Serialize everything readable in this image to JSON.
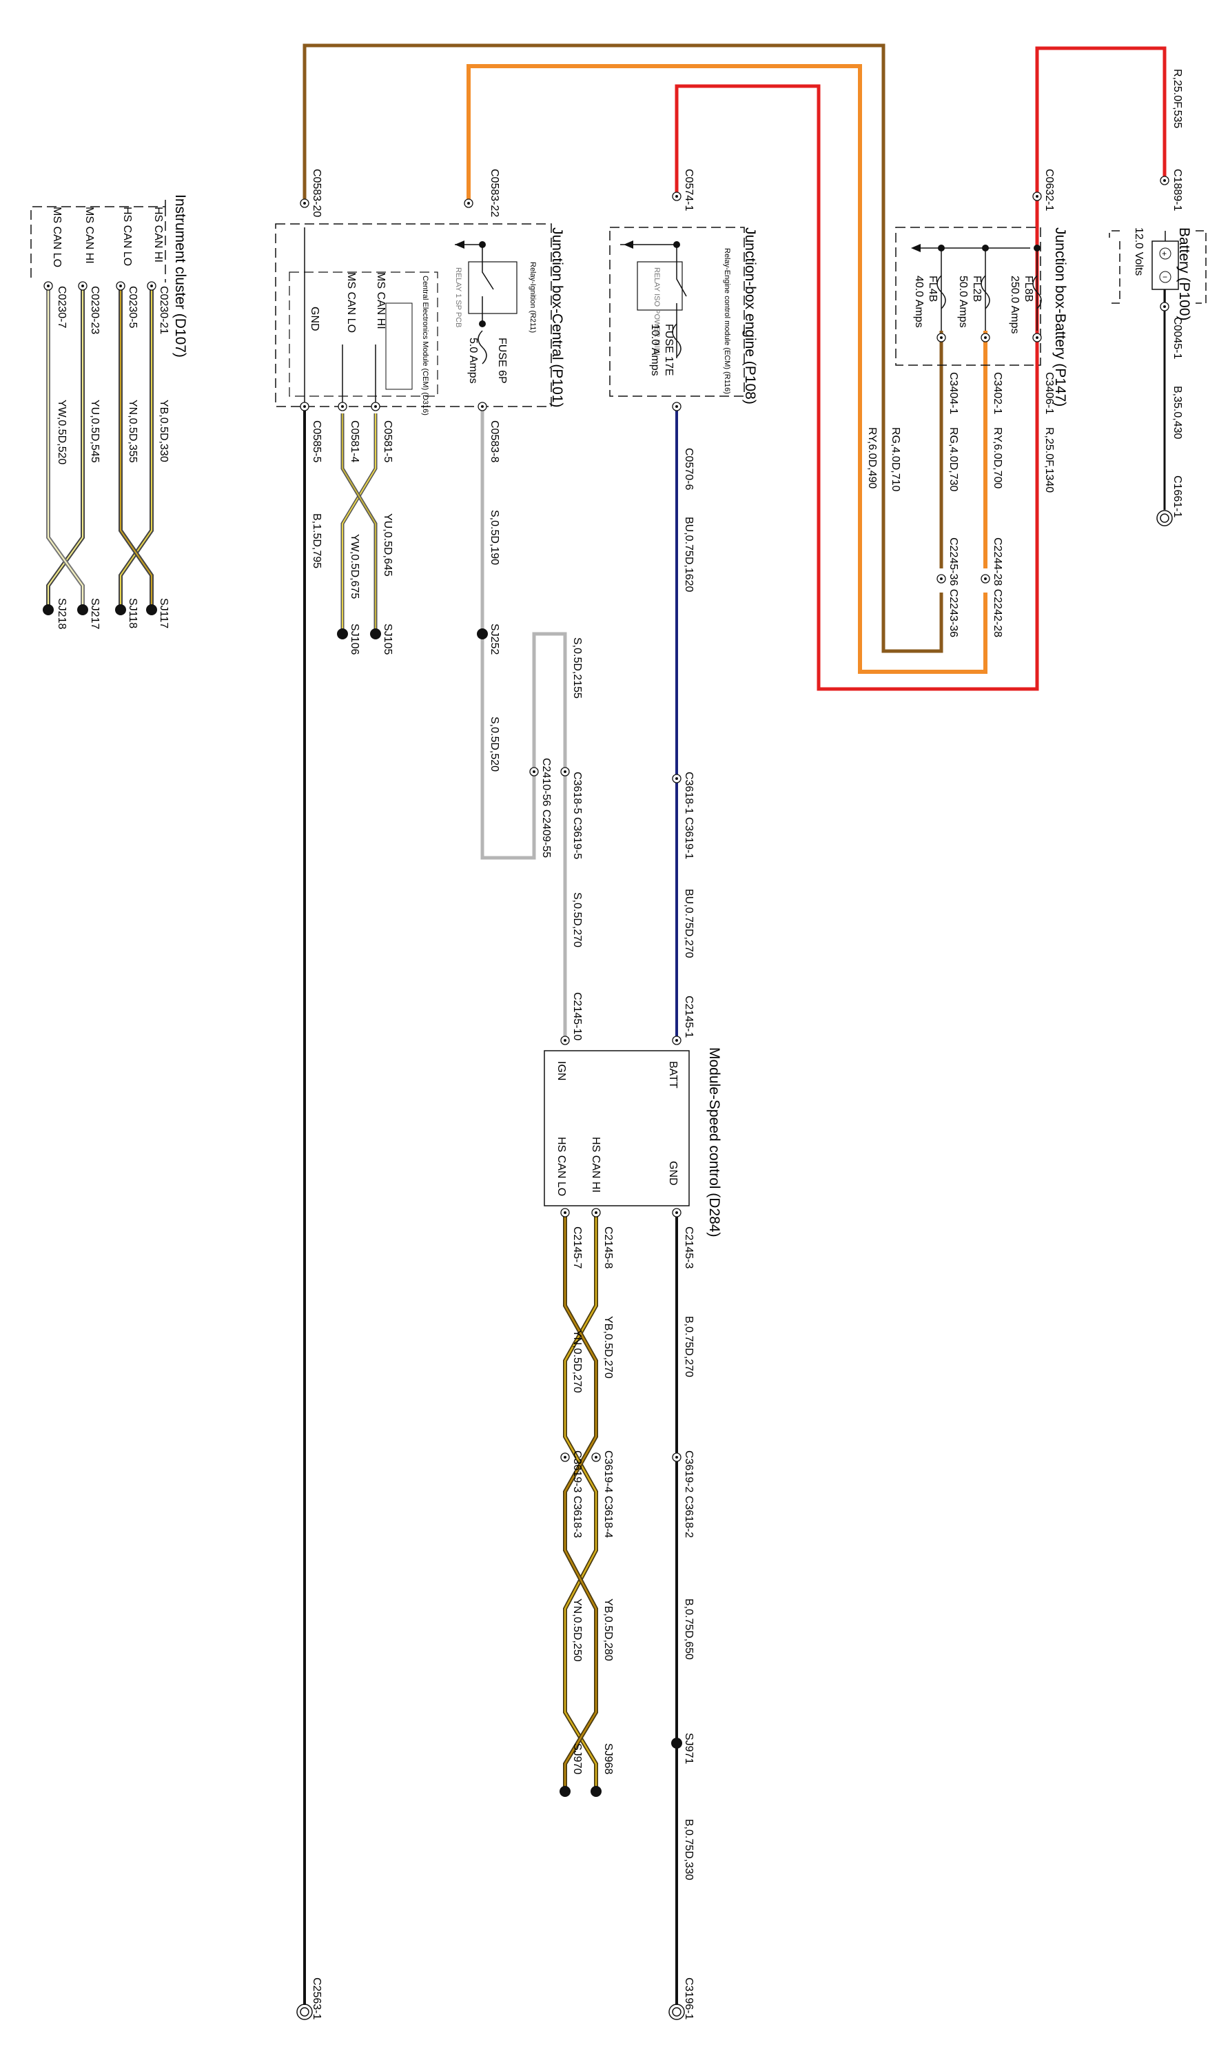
{
  "components": {
    "battery": {
      "title": "Battery (P100)",
      "voltage": "12.0 Volts"
    },
    "jb_battery": {
      "title": "Junction box-Battery (P147)",
      "fuses": [
        {
          "name": "FL8B",
          "rating": "250.0 Amps"
        },
        {
          "name": "FL2B",
          "rating": "50.0 Amps"
        },
        {
          "name": "FL4B",
          "rating": "40.0 Amps"
        }
      ]
    },
    "jb_engine": {
      "title": "Junction-box engine (P108)",
      "relay": "Relay-Engine control module (ECM) (R116)",
      "relay_sub": "RELAY ISO POWER MINI",
      "fuse": {
        "name": "FUSE 17E",
        "rating": "10.0 Amps"
      }
    },
    "jb_central": {
      "title": "Junction box-Central (P101)",
      "relay": "Relay-Ignition (R211)",
      "relay_sub": "RELAY 1 SP PCB",
      "cem": "Central Electronics Module (CEM) (D316)",
      "fuse": {
        "name": "FUSE 6P",
        "rating": "5.0 Amps"
      },
      "pins": [
        "MS CAN HI",
        "MS CAN LO",
        "GND"
      ]
    },
    "instrument": {
      "title": "Instrument cluster (D107)",
      "pins": [
        "HS CAN HI",
        "HS CAN LO",
        "MS CAN HI",
        "MS CAN LO"
      ]
    },
    "speed_module": {
      "title": "Module-Speed control (D284)",
      "pins": [
        "BATT",
        "GND",
        "HS CAN HI",
        "IGN",
        "HS CAN LO"
      ]
    }
  },
  "connectors": {
    "c1889_1": "C1889-1",
    "c0045_1": "C0045-1",
    "c1661_1": "C1661-1",
    "c0632_1": "C0632-1",
    "c3406_1": "C3406-1",
    "c3402_1": "C3402-1",
    "c3404_1": "C3404-1",
    "c2244": "C2244-28 C2242-28",
    "c2245": "C2245-36 C2243-36",
    "c0574_1": "C0574-1",
    "c0570_6": "C0570-6",
    "c3618_1": "C3618-1 C3619-1",
    "c2145_1": "C2145-1",
    "c2145_3": "C2145-3",
    "c3619_2": "C3619-2 C3618-2",
    "sj971": "SJ971",
    "c3196_1": "C3196-1",
    "c0583_22": "C0583-22",
    "c0583_8": "C0583-8",
    "sj252": "SJ252",
    "c2410": "C2410-56 C2409-55",
    "c3618_5": "C3618-5 C3619-5",
    "c2145_10": "C2145-10",
    "c0583_20": "C0583-20",
    "c0585_5": "C0585-5",
    "c2563_1": "C2563-1",
    "c0581_5": "C0581-5",
    "c0581_4": "C0581-4",
    "sj105": "SJ105",
    "sj106": "SJ106",
    "c0230_21": "C0230-21",
    "c0230_5": "C0230-5",
    "c0230_23": "C0230-23",
    "c0230_7": "C0230-7",
    "sj117": "SJ117",
    "sj118": "SJ118",
    "sj217": "SJ217",
    "sj218": "SJ218",
    "c2145_8": "C2145-8",
    "c2145_7": "C2145-7",
    "c3619_4": "C3619-4 C3618-4",
    "c3619_3": "C3619-3 C3618-3",
    "sj968": "SJ968",
    "sj970": "SJ970"
  },
  "wires": {
    "r25_535": "R,25.0F,535",
    "b35_430": "B,35.0,430",
    "r25_1340": "R,25.0F,1340",
    "ry6_700": "RY,6.0D,700",
    "rg4_730": "RG,4.0D,730",
    "rg4_710": "RG,4.0D,710",
    "ry6_490": "RY,6.0D,490",
    "bu_1620": "BU,0.75D,1620",
    "bu_270": "BU,0.75D,270",
    "b075_270": "B,0.75D,270",
    "b075_650": "B,0.75D,650",
    "b075_330": "B,0.75D,330",
    "s_190": "S,0.5D,190",
    "s_2155": "S,0.5D,2155",
    "s_520": "S,0.5D,520",
    "s_270": "S,0.5D,270",
    "b15_795": "B,1.5D,795",
    "yu_645": "YU,0.5D,645",
    "yw_675": "YW,0.5D,675",
    "yb_330": "YB,0.5D,330",
    "yn_355": "YN,0.5D,355",
    "yu_545": "YU,0.5D,545",
    "yw_520": "YW,0.5D,520",
    "yb_270": "YB,0.5D,270",
    "yn_270": "YN,0.5D,270",
    "yb_280": "YB,0.5D,280",
    "yn_250": "YN,0.5D,250"
  },
  "colors": {
    "red": "#e41f1f",
    "orange": "#f28c28",
    "brown": "#8a5a1c",
    "blue": "#1a237e",
    "grey": "#b5b5b5",
    "yellow": "#e8d44d",
    "black": "#111111"
  }
}
